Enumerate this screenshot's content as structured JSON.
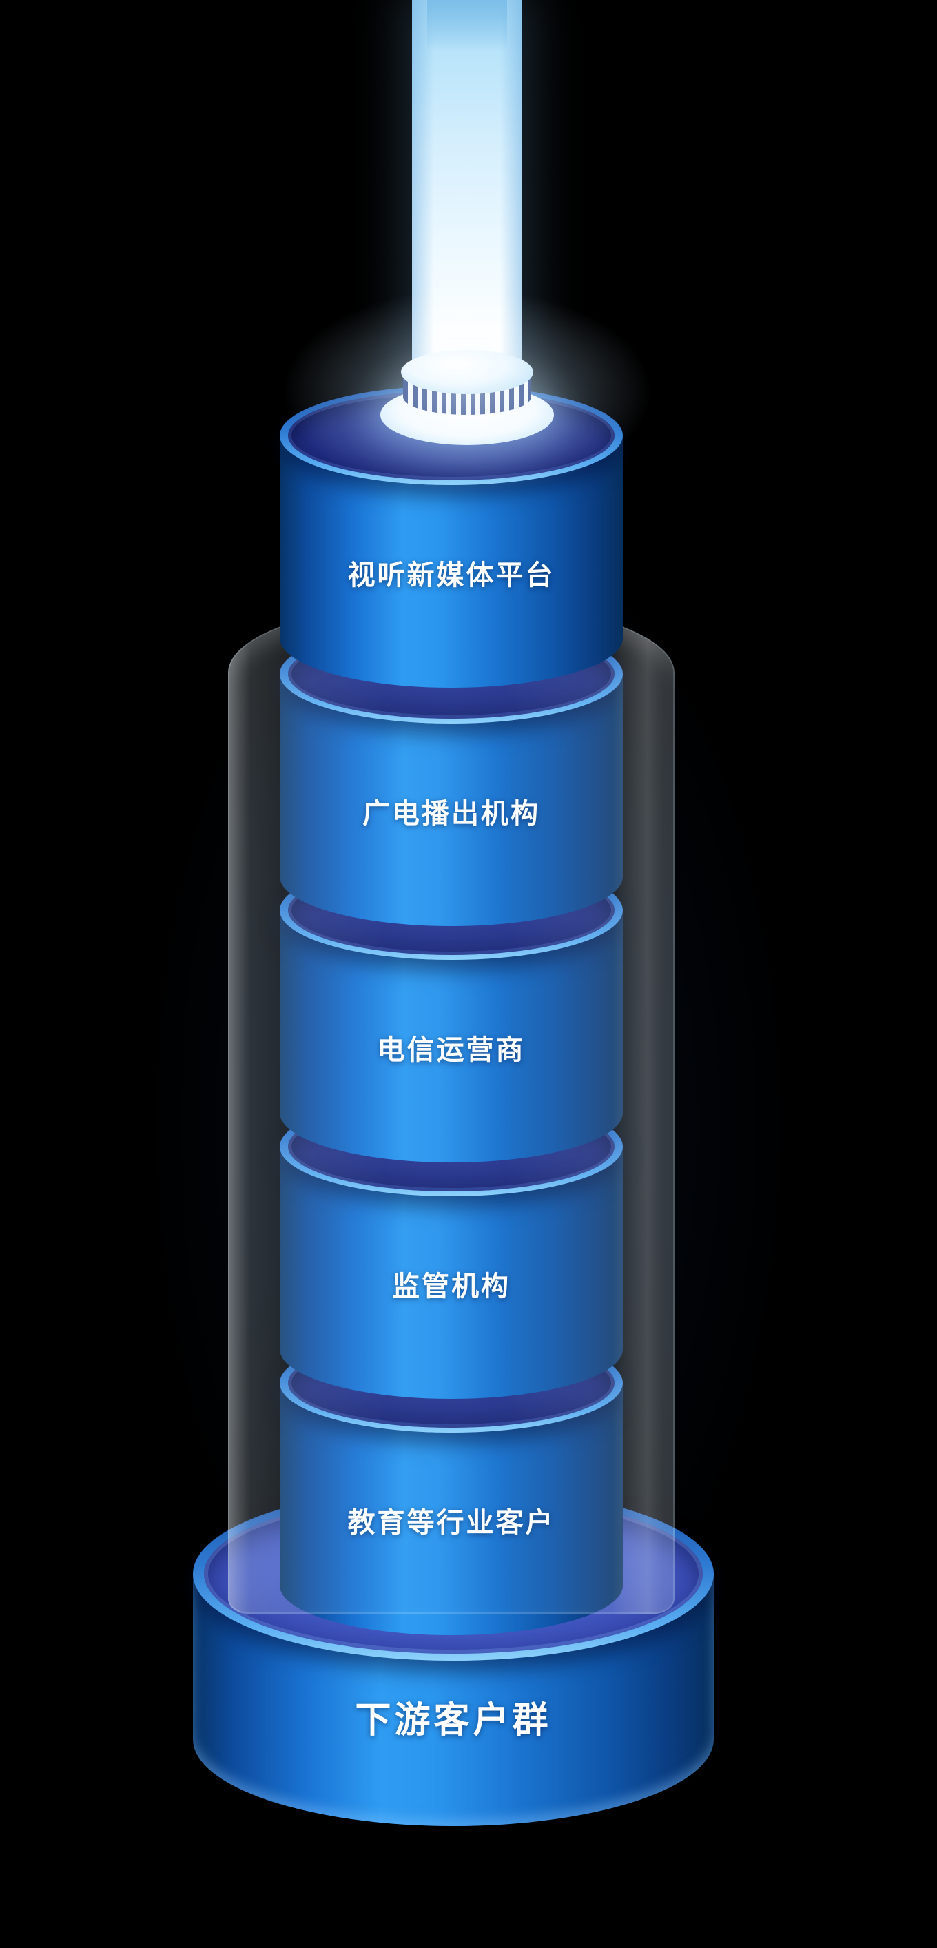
{
  "tower": {
    "segments": [
      {
        "label": "视听新媒体平台"
      },
      {
        "label": "广电播出机构"
      },
      {
        "label": "电信运营商"
      },
      {
        "label": "监管机构"
      },
      {
        "label": "教育等行业客户"
      }
    ],
    "base": {
      "label": "下游客户群"
    }
  },
  "colors": {
    "background": "#000000",
    "cylinder_bright": "#2f9cf2",
    "cylinder_dark": "#083468",
    "cap_surface": "#28368e",
    "base_surface": "#4a61cc",
    "beam_light": "#ebf8ff",
    "label_text": "#ffffff"
  }
}
